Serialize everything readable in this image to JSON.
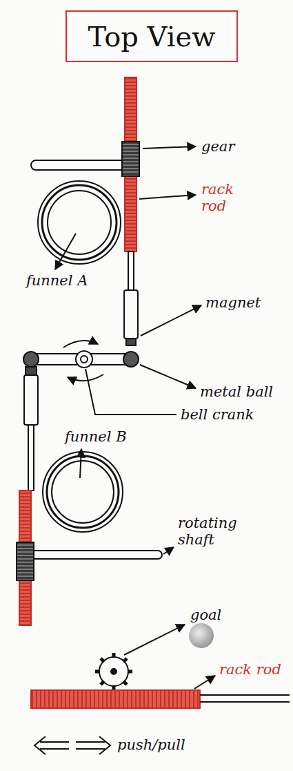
{
  "diagram": {
    "title": "Top View",
    "labels": [
      "gear",
      "rack rod",
      "funnel A",
      "magnet",
      "metal ball",
      "bell crank",
      "funnel B",
      "rotating shaft",
      "goal",
      "rack rod",
      "push/pull"
    ]
  }
}
